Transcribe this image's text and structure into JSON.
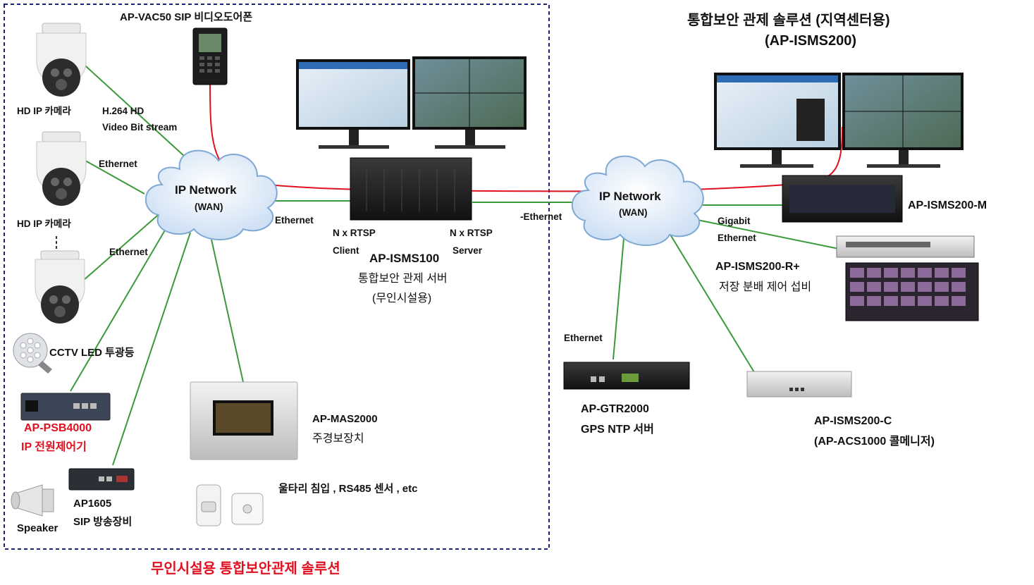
{
  "left_group_title": "무인시설용 통합보안관제 솔루션",
  "right_title": {
    "line1": "통합보안 관제 솔루션 (지역센터용)",
    "line2": "(AP-ISMS200)"
  },
  "network_left": {
    "name": "IP Network",
    "sub": "(WAN)"
  },
  "network_right": {
    "name": "IP Network",
    "sub": "(WAN)"
  },
  "devices": {
    "videodoor": "AP-VAC50 SIP 비디오도어폰",
    "cam1": "HD IP 카메라",
    "cam2": "HD IP 카메라",
    "led": "CCTV LED 투광등",
    "psb_model": "AP-PSB4000",
    "psb_desc": "IP 전원제어기",
    "ap1605_model": "AP1605",
    "ap1605_desc": "SIP 방송장비",
    "speaker": "Speaker",
    "mas_model": "AP-MAS2000",
    "mas_desc": "주경보장치",
    "sensors": "울타리 침입 , RS485 센서 , etc",
    "isms100_model": "AP-ISMS100",
    "isms100_desc1": "통합보안 관제 서버",
    "isms100_desc2": "(무인시설용)",
    "isms200m": "AP-ISMS200-M",
    "isms200r_model": "AP-ISMS200-R+",
    "isms200r_desc": "저장 분배 제어 섭비",
    "gtr_model": "AP-GTR2000",
    "gtr_desc": "GPS NTP 서버",
    "isms200c_model": "AP-ISMS200-C",
    "isms200c_desc": "(AP-ACS1000 콜메니저)"
  },
  "links": {
    "h264_1": "H.264 HD",
    "h264_2": "Video Bit stream",
    "eth_cam1": "Ethernet",
    "eth_cam3": "Ethernet",
    "eth_server_left": "Ethernet",
    "eth_server_right": "-Ethernet",
    "rtsp_client_1": "N x RTSP",
    "rtsp_client_2": "Client",
    "rtsp_server_1": "N x RTSP",
    "rtsp_server_2": "Server",
    "gigabit_1": "Gigabit",
    "gigabit_2": "Ethernet",
    "eth_gtr": "Ethernet"
  },
  "colors": {
    "link": "#3a9a3a",
    "sip_link": "#e01020",
    "cloud_fill": "#dbe9f7",
    "cloud_edge": "#7fa9d4",
    "group_border": "#1a237e"
  }
}
